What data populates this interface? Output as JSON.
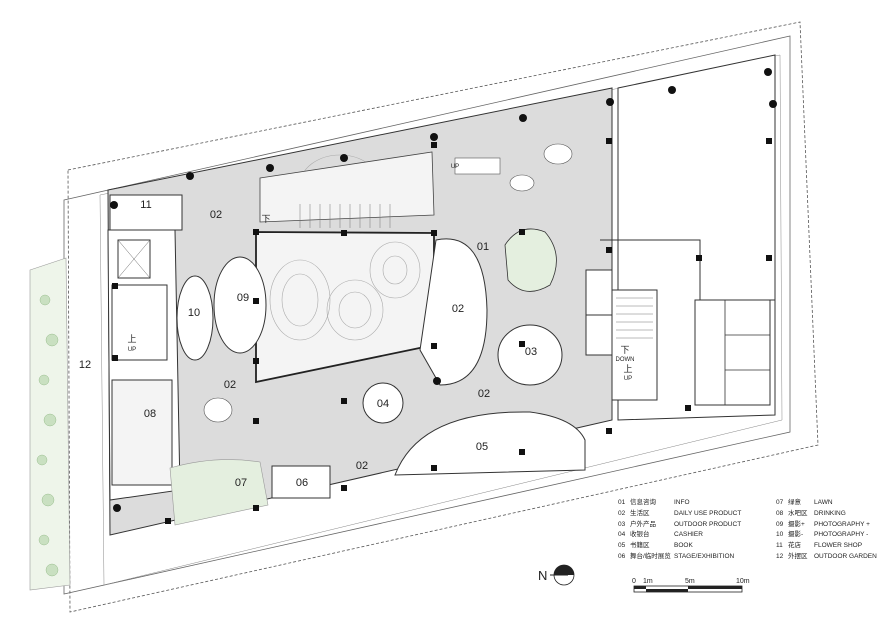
{
  "zones": [
    {
      "id": "01",
      "label": "01"
    },
    {
      "id": "02a",
      "label": "02"
    },
    {
      "id": "02b",
      "label": "02"
    },
    {
      "id": "02c",
      "label": "02"
    },
    {
      "id": "02d",
      "label": "02"
    },
    {
      "id": "02e",
      "label": "02"
    },
    {
      "id": "03",
      "label": "03"
    },
    {
      "id": "04",
      "label": "04"
    },
    {
      "id": "05",
      "label": "05"
    },
    {
      "id": "06",
      "label": "06"
    },
    {
      "id": "07",
      "label": "07"
    },
    {
      "id": "08",
      "label": "08"
    },
    {
      "id": "09",
      "label": "09"
    },
    {
      "id": "10",
      "label": "10"
    },
    {
      "id": "11",
      "label": "11"
    },
    {
      "id": "12",
      "label": "12"
    }
  ],
  "stair_labels": {
    "left_up_cn": "上",
    "left_up_en": "UP",
    "right_down_cn": "下",
    "right_down_en": "DOWN",
    "right_up_cn": "上",
    "right_up_en": "UP",
    "top_up_en": "UP",
    "mezz_down_cn": "下"
  },
  "legend": {
    "left": [
      {
        "num": "01",
        "cn": "信息咨询",
        "en": "INFO"
      },
      {
        "num": "02",
        "cn": "生活区",
        "en": "DAILY USE PRODUCT"
      },
      {
        "num": "03",
        "cn": "户外产品",
        "en": "OUTDOOR PRODUCT"
      },
      {
        "num": "04",
        "cn": "收银台",
        "en": "CASHIER"
      },
      {
        "num": "05",
        "cn": "书籍区",
        "en": "BOOK"
      },
      {
        "num": "06",
        "cn": "舞台/临时展览",
        "en": "STAGE/EXHIBITION"
      }
    ],
    "right": [
      {
        "num": "07",
        "cn": "绿意",
        "en": "LAWN"
      },
      {
        "num": "08",
        "cn": "水吧区",
        "en": "DRINKING"
      },
      {
        "num": "09",
        "cn": "摄影+",
        "en": "PHOTOGRAPHY +"
      },
      {
        "num": "10",
        "cn": "摄影-",
        "en": "PHOTOGRAPHY -"
      },
      {
        "num": "11",
        "cn": "花店",
        "en": "FLOWER SHOP"
      },
      {
        "num": "12",
        "cn": "外摆区",
        "en": "OUTDOOR GARDEN"
      }
    ]
  },
  "north_arrow": {
    "label": "N"
  },
  "scale_bar": {
    "ticks": [
      "0",
      "1m",
      "5m",
      "10m"
    ]
  },
  "colors": {
    "floor": "#dcdcdc",
    "wall": "#222222",
    "lawn": "#e4efdf",
    "column": "#111111"
  }
}
